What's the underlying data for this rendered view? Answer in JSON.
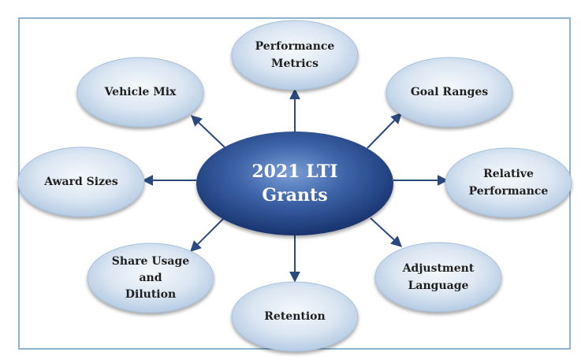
{
  "hub": {
    "lines": [
      "2021 LTI",
      "Grants"
    ]
  },
  "nodes": [
    {
      "id": "performance-metrics",
      "lines": [
        "Performance",
        "Metrics"
      ]
    },
    {
      "id": "goal-ranges",
      "lines": [
        "Goal Ranges"
      ]
    },
    {
      "id": "relative-performance",
      "lines": [
        "Relative",
        "Performance"
      ]
    },
    {
      "id": "adjustment-language",
      "lines": [
        "Adjustment",
        "Language"
      ]
    },
    {
      "id": "retention",
      "lines": [
        "Retention"
      ]
    },
    {
      "id": "share-usage-and-dilution",
      "lines": [
        "Share Usage",
        "and",
        "Dilution"
      ]
    },
    {
      "id": "award-sizes",
      "lines": [
        "Award Sizes"
      ]
    },
    {
      "id": "vehicle-mix",
      "lines": [
        "Vehicle Mix"
      ]
    }
  ],
  "colors": {
    "frame": "#8db3cf",
    "node_fill_light": "#e3ecf6",
    "node_fill_mid": "#b9cde3",
    "node_stroke": "#a8c2dc",
    "hub_light": "#5f86c4",
    "hub_dark": "#1b3a78",
    "arrow": "#2a4a7f",
    "label_text": "#1f1f1f",
    "hub_text": "#ffffff"
  }
}
